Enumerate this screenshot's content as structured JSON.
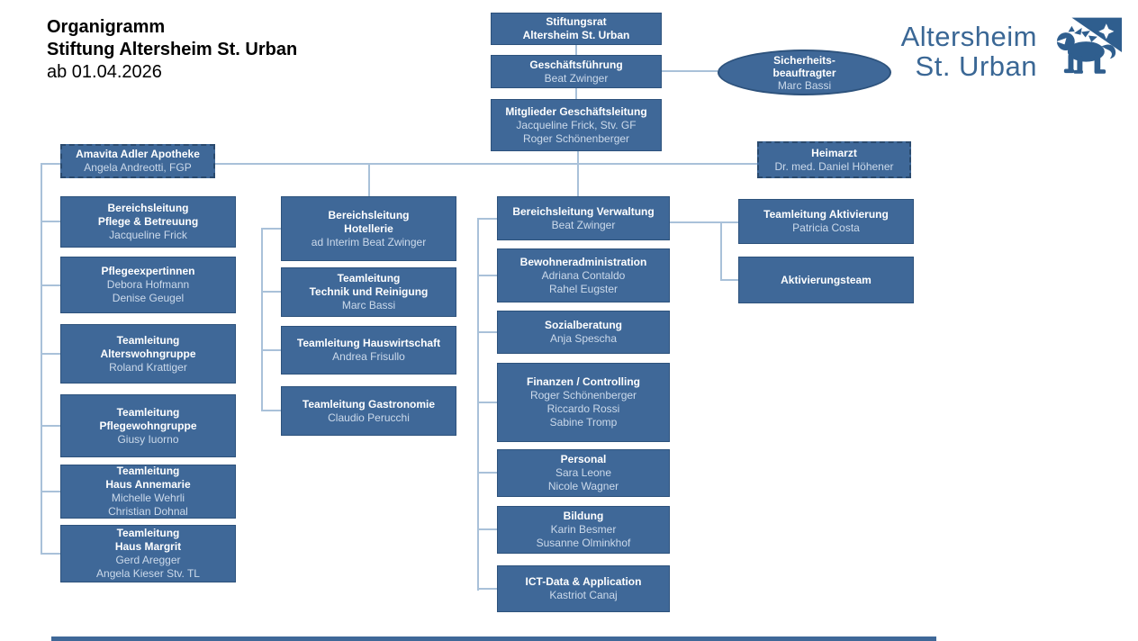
{
  "header": {
    "title_line1": "Organigramm",
    "title_line2": "Stiftung Altersheim St. Urban",
    "subtitle": "ab 01.04.2026"
  },
  "logo": {
    "line1": "Altersheim",
    "line2": "St. Urban",
    "emblem": "lion-with-star",
    "brand_color": "#3a6795"
  },
  "colors": {
    "box_fill": "#3f6898",
    "box_border": "#2d527c",
    "connector_line": "#a9c1d9",
    "box_title_text": "#ffffff",
    "box_name_text": "#ccdaeb"
  },
  "org": {
    "boxes": [
      {
        "id": "stiftungsrat",
        "shape": "rect",
        "title_lines": [
          "Stiftungsrat",
          "Altersheim St. Urban"
        ],
        "names": []
      },
      {
        "id": "geschaeftsfuehrung",
        "shape": "rect",
        "title_lines": [
          "Geschäftsführung"
        ],
        "names": [
          "Beat Zwinger"
        ]
      },
      {
        "id": "sicherheitsbeauftragter",
        "shape": "ellipse",
        "title_lines": [
          "Sicherheits-",
          "beauftragter"
        ],
        "names": [
          "Marc Bassi"
        ]
      },
      {
        "id": "mitglieder-geschaeftsleitung",
        "shape": "rect",
        "title_lines": [
          "Mitglieder Geschäftsleitung"
        ],
        "names": [
          "Jacqueline Frick, Stv. GF",
          "Roger Schönenberger"
        ]
      },
      {
        "id": "amavita-adler-apotheke",
        "shape": "dashed",
        "title_lines": [
          "Amavita Adler Apotheke"
        ],
        "names": [
          "Angela Andreotti, FGP"
        ]
      },
      {
        "id": "heimarzt",
        "shape": "dashed",
        "title_lines": [
          "Heimarzt"
        ],
        "names": [
          "Dr. med. Daniel Höhener"
        ]
      },
      {
        "id": "bereichsleitung-pflege-betreuung",
        "shape": "rect",
        "title_lines": [
          "Bereichsleitung",
          "Pflege & Betreuung"
        ],
        "names": [
          "Jacqueline Frick"
        ]
      },
      {
        "id": "pflegeexpertinnen",
        "shape": "rect",
        "title_lines": [
          "Pflegeexpertinnen"
        ],
        "names": [
          "Debora Hofmann",
          "Denise Geugel"
        ]
      },
      {
        "id": "teamleitung-alterswohngruppe",
        "shape": "rect",
        "title_lines": [
          "Teamleitung",
          "Alterswohngruppe"
        ],
        "names": [
          "Roland Krattiger"
        ]
      },
      {
        "id": "teamleitung-pflegewohngruppe",
        "shape": "rect",
        "title_lines": [
          "Teamleitung",
          "Pflegewohngruppe"
        ],
        "names": [
          "Giusy Iuorno"
        ]
      },
      {
        "id": "teamleitung-haus-annemarie",
        "shape": "rect",
        "title_lines": [
          "Teamleitung",
          "Haus Annemarie"
        ],
        "names": [
          "Michelle Wehrli",
          "Christian Dohnal"
        ]
      },
      {
        "id": "teamleitung-haus-margrit",
        "shape": "rect",
        "title_lines": [
          "Teamleitung",
          "Haus Margrit"
        ],
        "names": [
          "Gerd Aregger",
          "Angela Kieser Stv. TL"
        ]
      },
      {
        "id": "bereichsleitung-hotellerie",
        "shape": "rect",
        "title_lines": [
          "Bereichsleitung",
          "Hotellerie"
        ],
        "names": [
          "ad Interim Beat Zwinger"
        ]
      },
      {
        "id": "teamleitung-technik-reinigung",
        "shape": "rect",
        "title_lines": [
          "Teamleitung",
          "Technik und Reinigung"
        ],
        "names": [
          "Marc Bassi"
        ]
      },
      {
        "id": "teamleitung-hauswirtschaft",
        "shape": "rect",
        "title_lines": [
          "Teamleitung Hauswirtschaft"
        ],
        "names": [
          "Andrea Frisullo"
        ]
      },
      {
        "id": "teamleitung-gastronomie",
        "shape": "rect",
        "title_lines": [
          "Teamleitung Gastronomie"
        ],
        "names": [
          "Claudio Perucchi"
        ]
      },
      {
        "id": "bereichsleitung-verwaltung",
        "shape": "rect",
        "title_lines": [
          "Bereichsleitung Verwaltung"
        ],
        "names": [
          "Beat Zwinger"
        ]
      },
      {
        "id": "bewohneradministration",
        "shape": "rect",
        "title_lines": [
          "Bewohneradministration"
        ],
        "names": [
          "Adriana Contaldo",
          "Rahel Eugster"
        ]
      },
      {
        "id": "sozialberatung",
        "shape": "rect",
        "title_lines": [
          "Sozialberatung"
        ],
        "names": [
          "Anja Spescha"
        ]
      },
      {
        "id": "finanzen-controlling",
        "shape": "rect",
        "title_lines": [
          "Finanzen / Controlling"
        ],
        "names": [
          "Roger Schönenberger",
          "Riccardo Rossi",
          "Sabine Tromp"
        ]
      },
      {
        "id": "personal",
        "shape": "rect",
        "title_lines": [
          "Personal"
        ],
        "names": [
          "Sara Leone",
          "Nicole Wagner"
        ]
      },
      {
        "id": "bildung",
        "shape": "rect",
        "title_lines": [
          "Bildung"
        ],
        "names": [
          "Karin Besmer",
          "Susanne Olminkhof"
        ]
      },
      {
        "id": "ict-data-application",
        "shape": "rect",
        "title_lines": [
          "ICT-Data & Application"
        ],
        "names": [
          "Kastriot Canaj"
        ]
      },
      {
        "id": "teamleitung-aktivierung",
        "shape": "rect",
        "title_lines": [
          "Teamleitung Aktivierung"
        ],
        "names": [
          "Patricia Costa"
        ]
      },
      {
        "id": "aktivierungsteam",
        "shape": "rect",
        "title_lines": [
          "Aktivierungsteam"
        ],
        "names": []
      }
    ]
  }
}
